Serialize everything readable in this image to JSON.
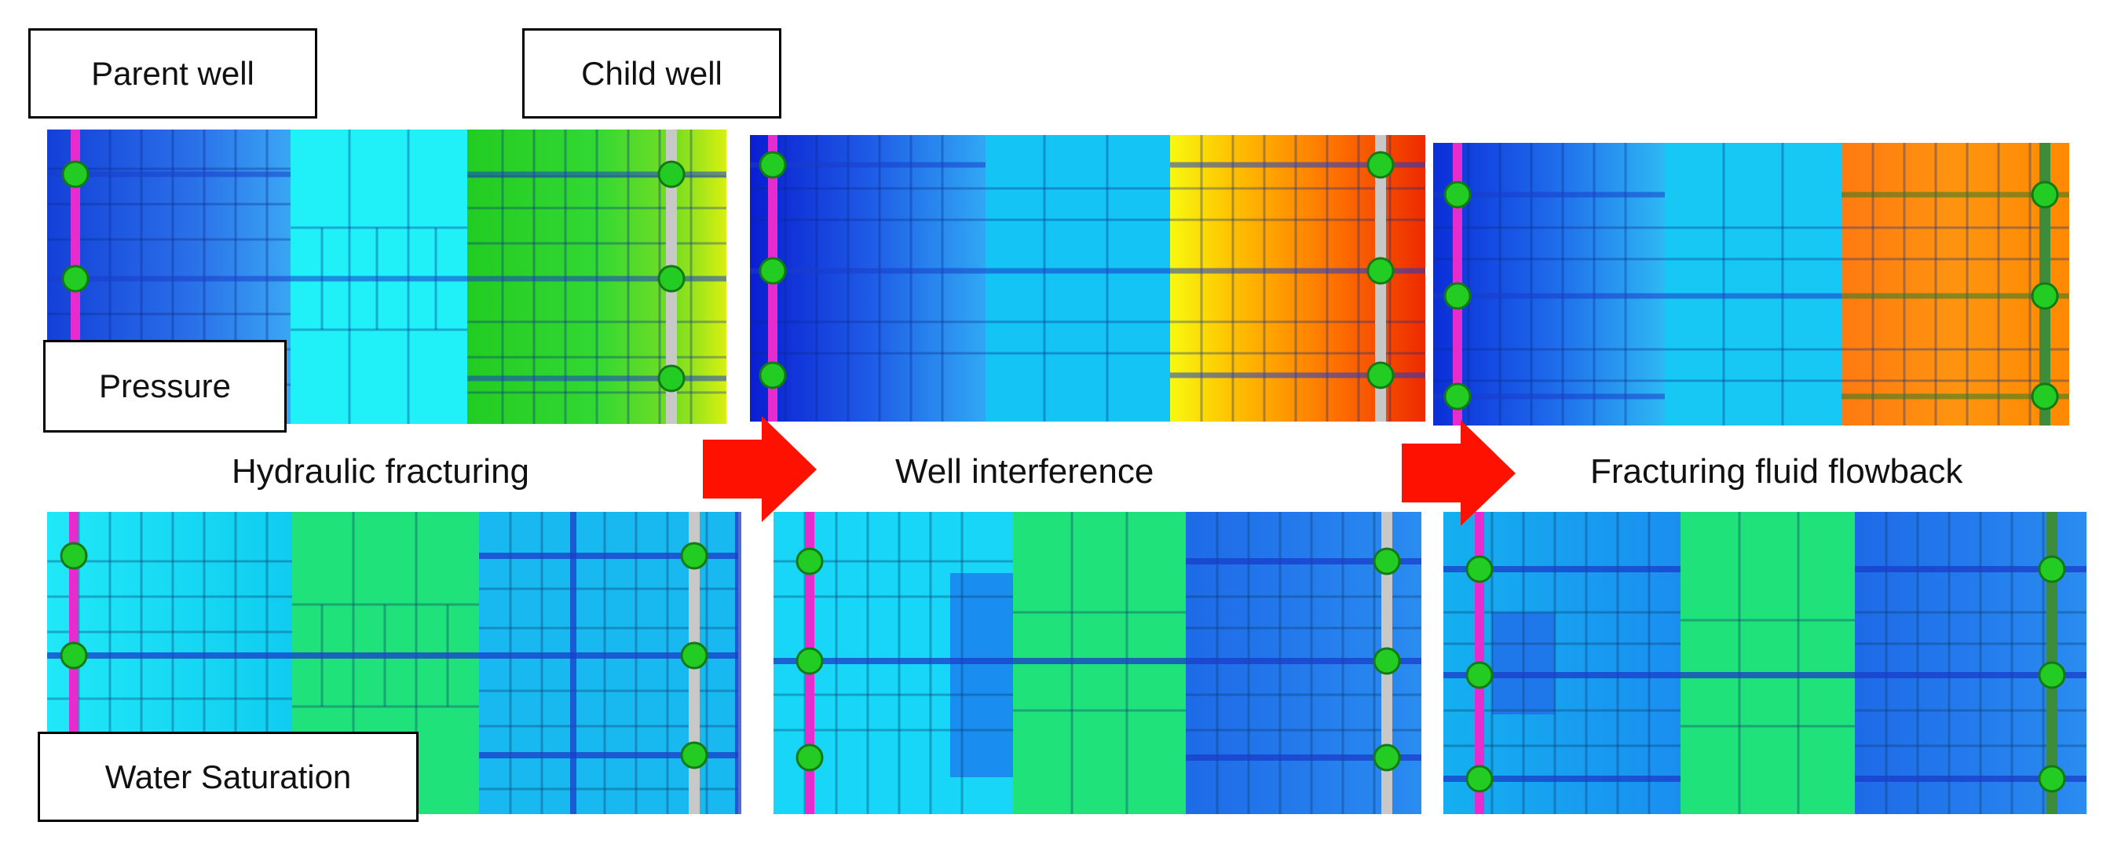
{
  "labels": {
    "parent_well": "Parent well",
    "child_well": "Child well",
    "pressure": "Pressure",
    "water_saturation": "Water Saturation"
  },
  "stages": [
    {
      "title": "Hydraulic fracturing"
    },
    {
      "title": "Well interference"
    },
    {
      "title": "Fracturing fluid flowback"
    }
  ],
  "colors": {
    "parent_well": "#e62ccf",
    "child_well_panel1": "#c8c8c8",
    "child_well_panel2": "#c8c8c8",
    "child_well_panel3": "#3c8c3c",
    "well_node": "#22cc22",
    "arrow": "#ff1100",
    "fracture_line": "#1a3cc8"
  },
  "icons": {
    "arrow": "right-arrow-icon",
    "node": "well-node-icon"
  }
}
